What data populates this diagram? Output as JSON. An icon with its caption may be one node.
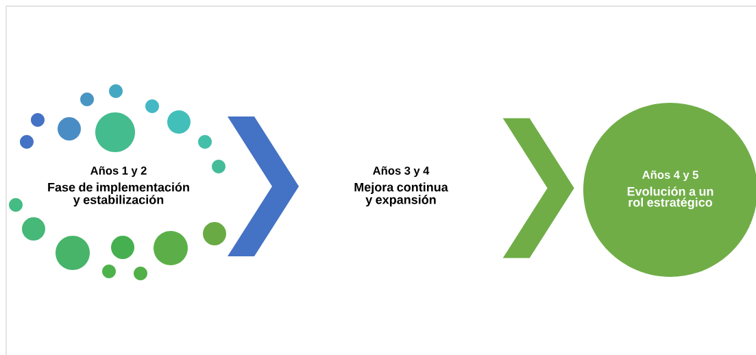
{
  "diagram": {
    "nodes": [
      {
        "text": [
          "Años 1 y 2",
          "Fase de implementación y estabilización"
        ]
      },
      {
        "text": [
          "Años 3 y 4",
          "Mejora continua y expansión"
        ]
      },
      {
        "text": [
          "Años 4 y 5",
          "Evolución a un rol estratégico"
        ]
      }
    ],
    "edges": [
      {
        "from": 0,
        "to": 1,
        "arrow": "to",
        "color": "#4472c4"
      },
      {
        "from": 1,
        "to": 2,
        "arrow": "to",
        "color": "#70ad47"
      }
    ]
  }
}
